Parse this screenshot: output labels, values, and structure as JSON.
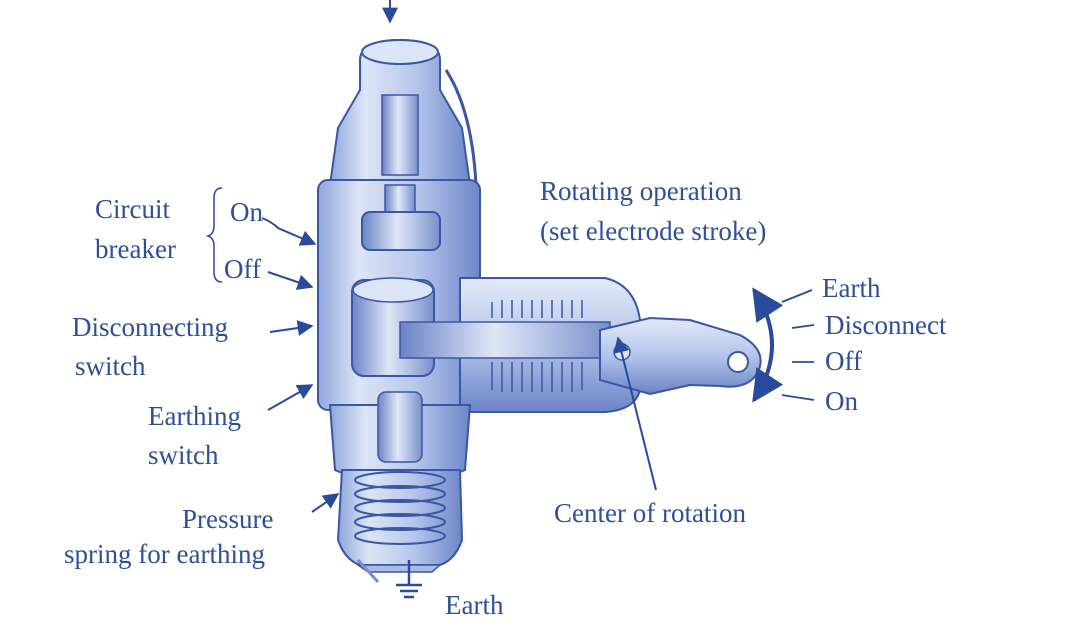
{
  "colors": {
    "text": "#2f4f96",
    "arrow": "#2a4a9c",
    "body_light": "#dce5f6",
    "body_mid": "#a9bbe6",
    "body_dark": "#5f78c2",
    "outline": "#3b56a4"
  },
  "labels": {
    "circuit_breaker_line1": "Circuit",
    "circuit_breaker_line2": "breaker",
    "cb_on": "On",
    "cb_off": "Off",
    "disconnecting_line1": "Disconnecting",
    "disconnecting_line2": "switch",
    "earthing_line1": "Earthing",
    "earthing_line2": "switch",
    "pressure_line1": "Pressure",
    "pressure_line2": "spring for earthing",
    "earth_bottom": "Earth",
    "rotating_line1": "Rotating operation",
    "rotating_line2": "(set electrode stroke)",
    "center_of_rotation": "Center of rotation",
    "pos_earth": "Earth",
    "pos_disconnect": "Disconnect",
    "pos_off": "Off",
    "pos_on": "On"
  },
  "icons": {
    "ground": "earth-ground-icon"
  }
}
